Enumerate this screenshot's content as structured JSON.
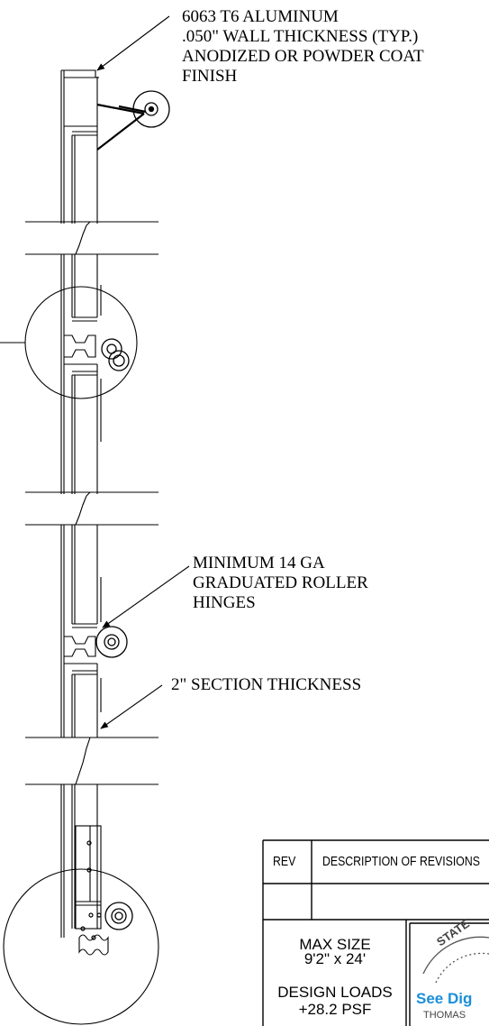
{
  "callouts": {
    "material": {
      "line1": "6063 T6 ALUMINUM",
      "line2": ".050\" WALL THICKNESS (TYP.)",
      "line3": "ANODIZED OR POWDER COAT",
      "line4": "FINISH"
    },
    "hinges": {
      "line1": "MINIMUM 14 GA",
      "line2": "GRADUATED ROLLER",
      "line3": "HINGES"
    },
    "section": "2\" SECTION THICKNESS"
  },
  "title_block": {
    "rev_header": "REV",
    "desc_header": "DESCRIPTION OF REVISIONS",
    "max_size_label": "MAX SIZE",
    "max_size_value": "9'2\" x 24'",
    "design_loads_label": "DESIGN LOADS",
    "design_loads_value": "+28.2 PSF"
  },
  "seal": {
    "arc_text": "STATE",
    "overlay_text": "See Dig",
    "name_text": "THOMAS"
  },
  "colors": {
    "line": "#000000",
    "seal_overlay": "#1a8fd8",
    "seal_dots": "#666666"
  }
}
